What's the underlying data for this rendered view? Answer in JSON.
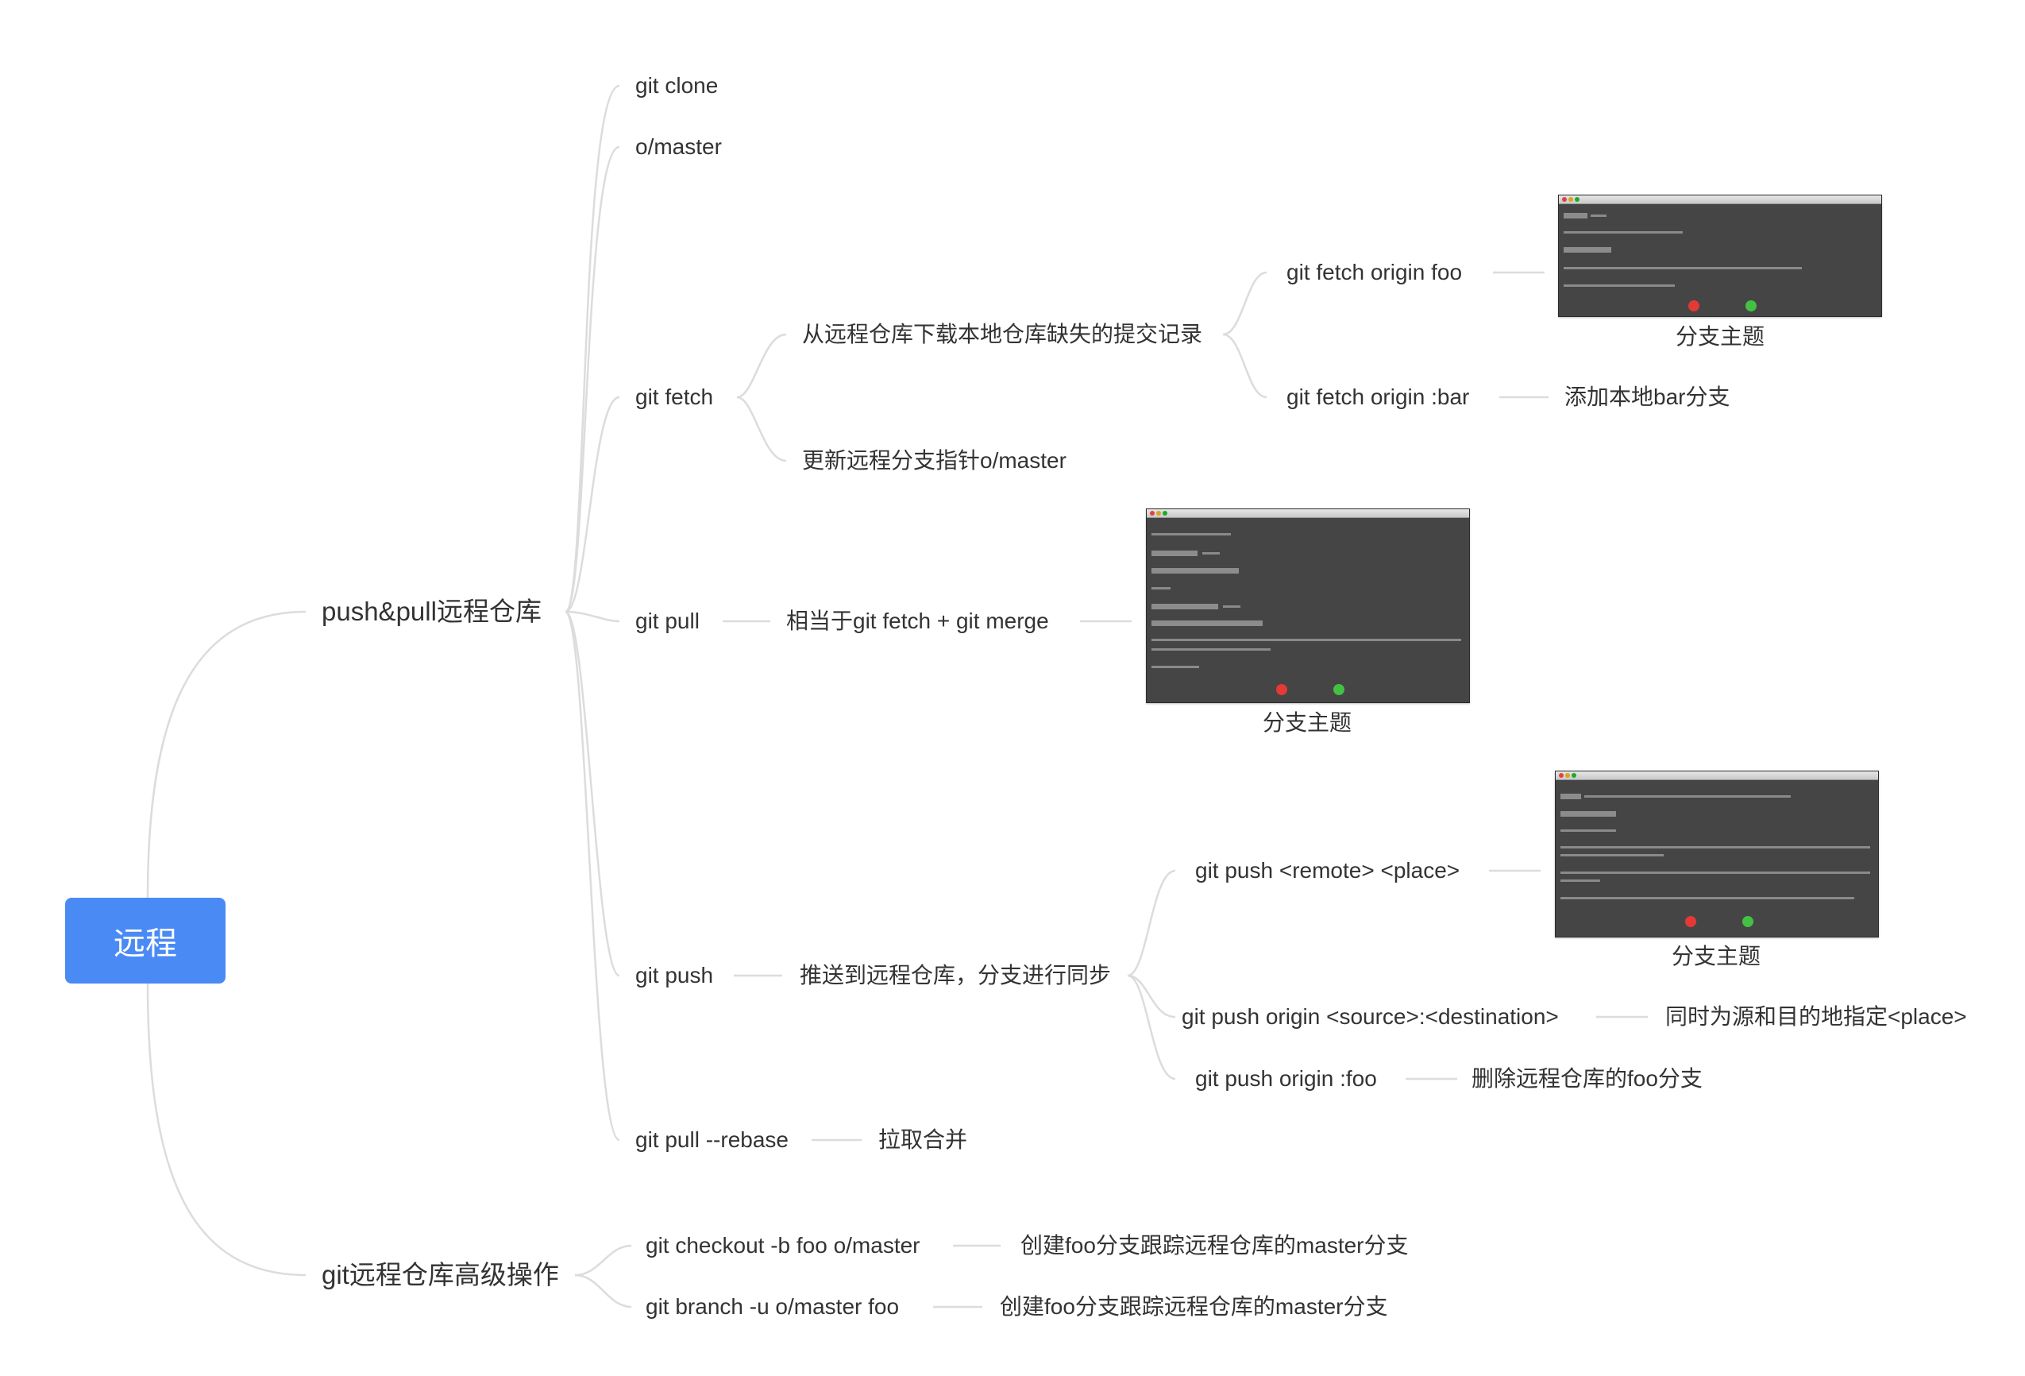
{
  "root": {
    "label": "远程"
  },
  "branches": [
    {
      "label": "push&pull远程仓库"
    },
    {
      "label": "git远程仓库高级操作"
    }
  ],
  "push_pull": {
    "clone": "git clone",
    "omaster": "o/master",
    "fetch": "git fetch",
    "fetch_desc1": "从远程仓库下载本地仓库缺失的提交记录",
    "fetch_desc2": "更新远程分支指针o/master",
    "fetch_foo": "git fetch origin foo",
    "fetch_bar": "git fetch origin :bar",
    "fetch_bar_desc": "添加本地bar分支",
    "pull": "git pull",
    "pull_desc": "相当于git fetch + git merge",
    "push": "git push",
    "push_desc": "推送到远程仓库，分支进行同步",
    "push_remote_place": "git push <remote> <place>",
    "push_src_dst": "git push origin <source>:<destination>",
    "push_src_dst_desc": "同时为源和目的地指定<place>",
    "push_del": "git push origin :foo",
    "push_del_desc": "删除远程仓库的foo分支",
    "pull_rebase": "git pull --rebase",
    "pull_rebase_desc": "拉取合并"
  },
  "advanced": {
    "checkout": "git checkout -b foo o/master",
    "checkout_desc": "创建foo分支跟踪远程仓库的master分支",
    "branch": "git branch -u o/master foo",
    "branch_desc": "创建foo分支跟踪远程仓库的master分支"
  },
  "captions": {
    "fetch_thumb": "分支主题",
    "pull_thumb": "分支主题",
    "push_thumb": "分支主题"
  },
  "colors": {
    "root_bg": "#4a8af4",
    "edge": "#dcdcdc",
    "thumb_bg": "#454545"
  }
}
